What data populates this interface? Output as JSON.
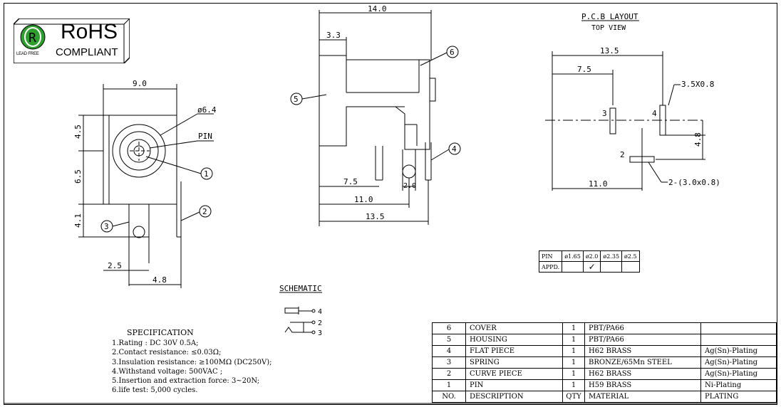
{
  "rohs": {
    "main": "RoHS",
    "sub": "COMPLIANT",
    "lead_free": "LEAD FREE",
    "logo_letter": "R",
    "logo_color": "#2e9e2e"
  },
  "front_view": {
    "dim_width": "9.0",
    "dim_diameter": "ø6.4",
    "pin_label": "PIN",
    "dim_top": "4.5",
    "dim_mid": "6.5",
    "dim_bottom": "4.1",
    "dim_pin_gap": "2.5",
    "dim_pin_offset": "4.8",
    "callout_1": "1",
    "callout_2": "2",
    "callout_3": "3"
  },
  "side_view": {
    "dim_length": "14.0",
    "dim_front": "3.3",
    "dim_7_5": "7.5",
    "dim_2_0": "2.0",
    "dim_11_0": "11.0",
    "dim_13_5": "13.5",
    "callout_4": "4",
    "callout_5": "5",
    "callout_6": "6"
  },
  "pcb": {
    "title": "P.C.B LAYOUT",
    "subtitle": "TOP VIEW",
    "dim_13_5": "13.5",
    "dim_7_5": "7.5",
    "dim_slot": "3.5X0.8",
    "dim_4_8": "4.8",
    "dim_11_0": "11.0",
    "dim_slot2": "2-(3.0x0.8)",
    "pad_2": "2",
    "pad_3": "3",
    "pad_4": "4"
  },
  "appd_table": {
    "row1": [
      "PIN",
      "ø1.65",
      "ø2.0",
      "ø2.35",
      "ø2.5"
    ],
    "row2_label": "APPD.",
    "check": "✓"
  },
  "schematic": {
    "title": "SCHEMATIC",
    "pin_4": "4",
    "pin_2": "2",
    "pin_3": "3"
  },
  "specification": {
    "title": "SPECIFICATION",
    "items": [
      "1.Rating : DC 30V 0.5A;",
      "2.Contact resistance: ≤0.03Ω;",
      "3.Insulation resistance: ≥100MΩ (DC250V);",
      "4.Withstand voltage: 500VAC ;",
      "5.Insertion and extraction force: 3~20N;",
      "6.life test: 5,000 cycles."
    ]
  },
  "bom": {
    "rows": [
      [
        "6",
        "COVER",
        "1",
        "PBT/PA66",
        ""
      ],
      [
        "5",
        "HOUSING",
        "1",
        "PBT/PA66",
        ""
      ],
      [
        "4",
        "FLAT PIECE",
        "1",
        "H62 BRASS",
        "Ag(Sn)-Plating"
      ],
      [
        "3",
        "SPRING",
        "1",
        "BRONZE/65Mn STEEL",
        "Ag(Sn)-Plating"
      ],
      [
        "2",
        "CURVE PIECE",
        "1",
        "H62 BRASS",
        "Ag(Sn)-Plating"
      ],
      [
        "1",
        "PIN",
        "1",
        "H59 BRASS",
        "Ni-Plating"
      ]
    ],
    "header": [
      "NO.",
      "DESCRIPTION",
      "QTY",
      "MATERIAL",
      "PLATING"
    ]
  }
}
